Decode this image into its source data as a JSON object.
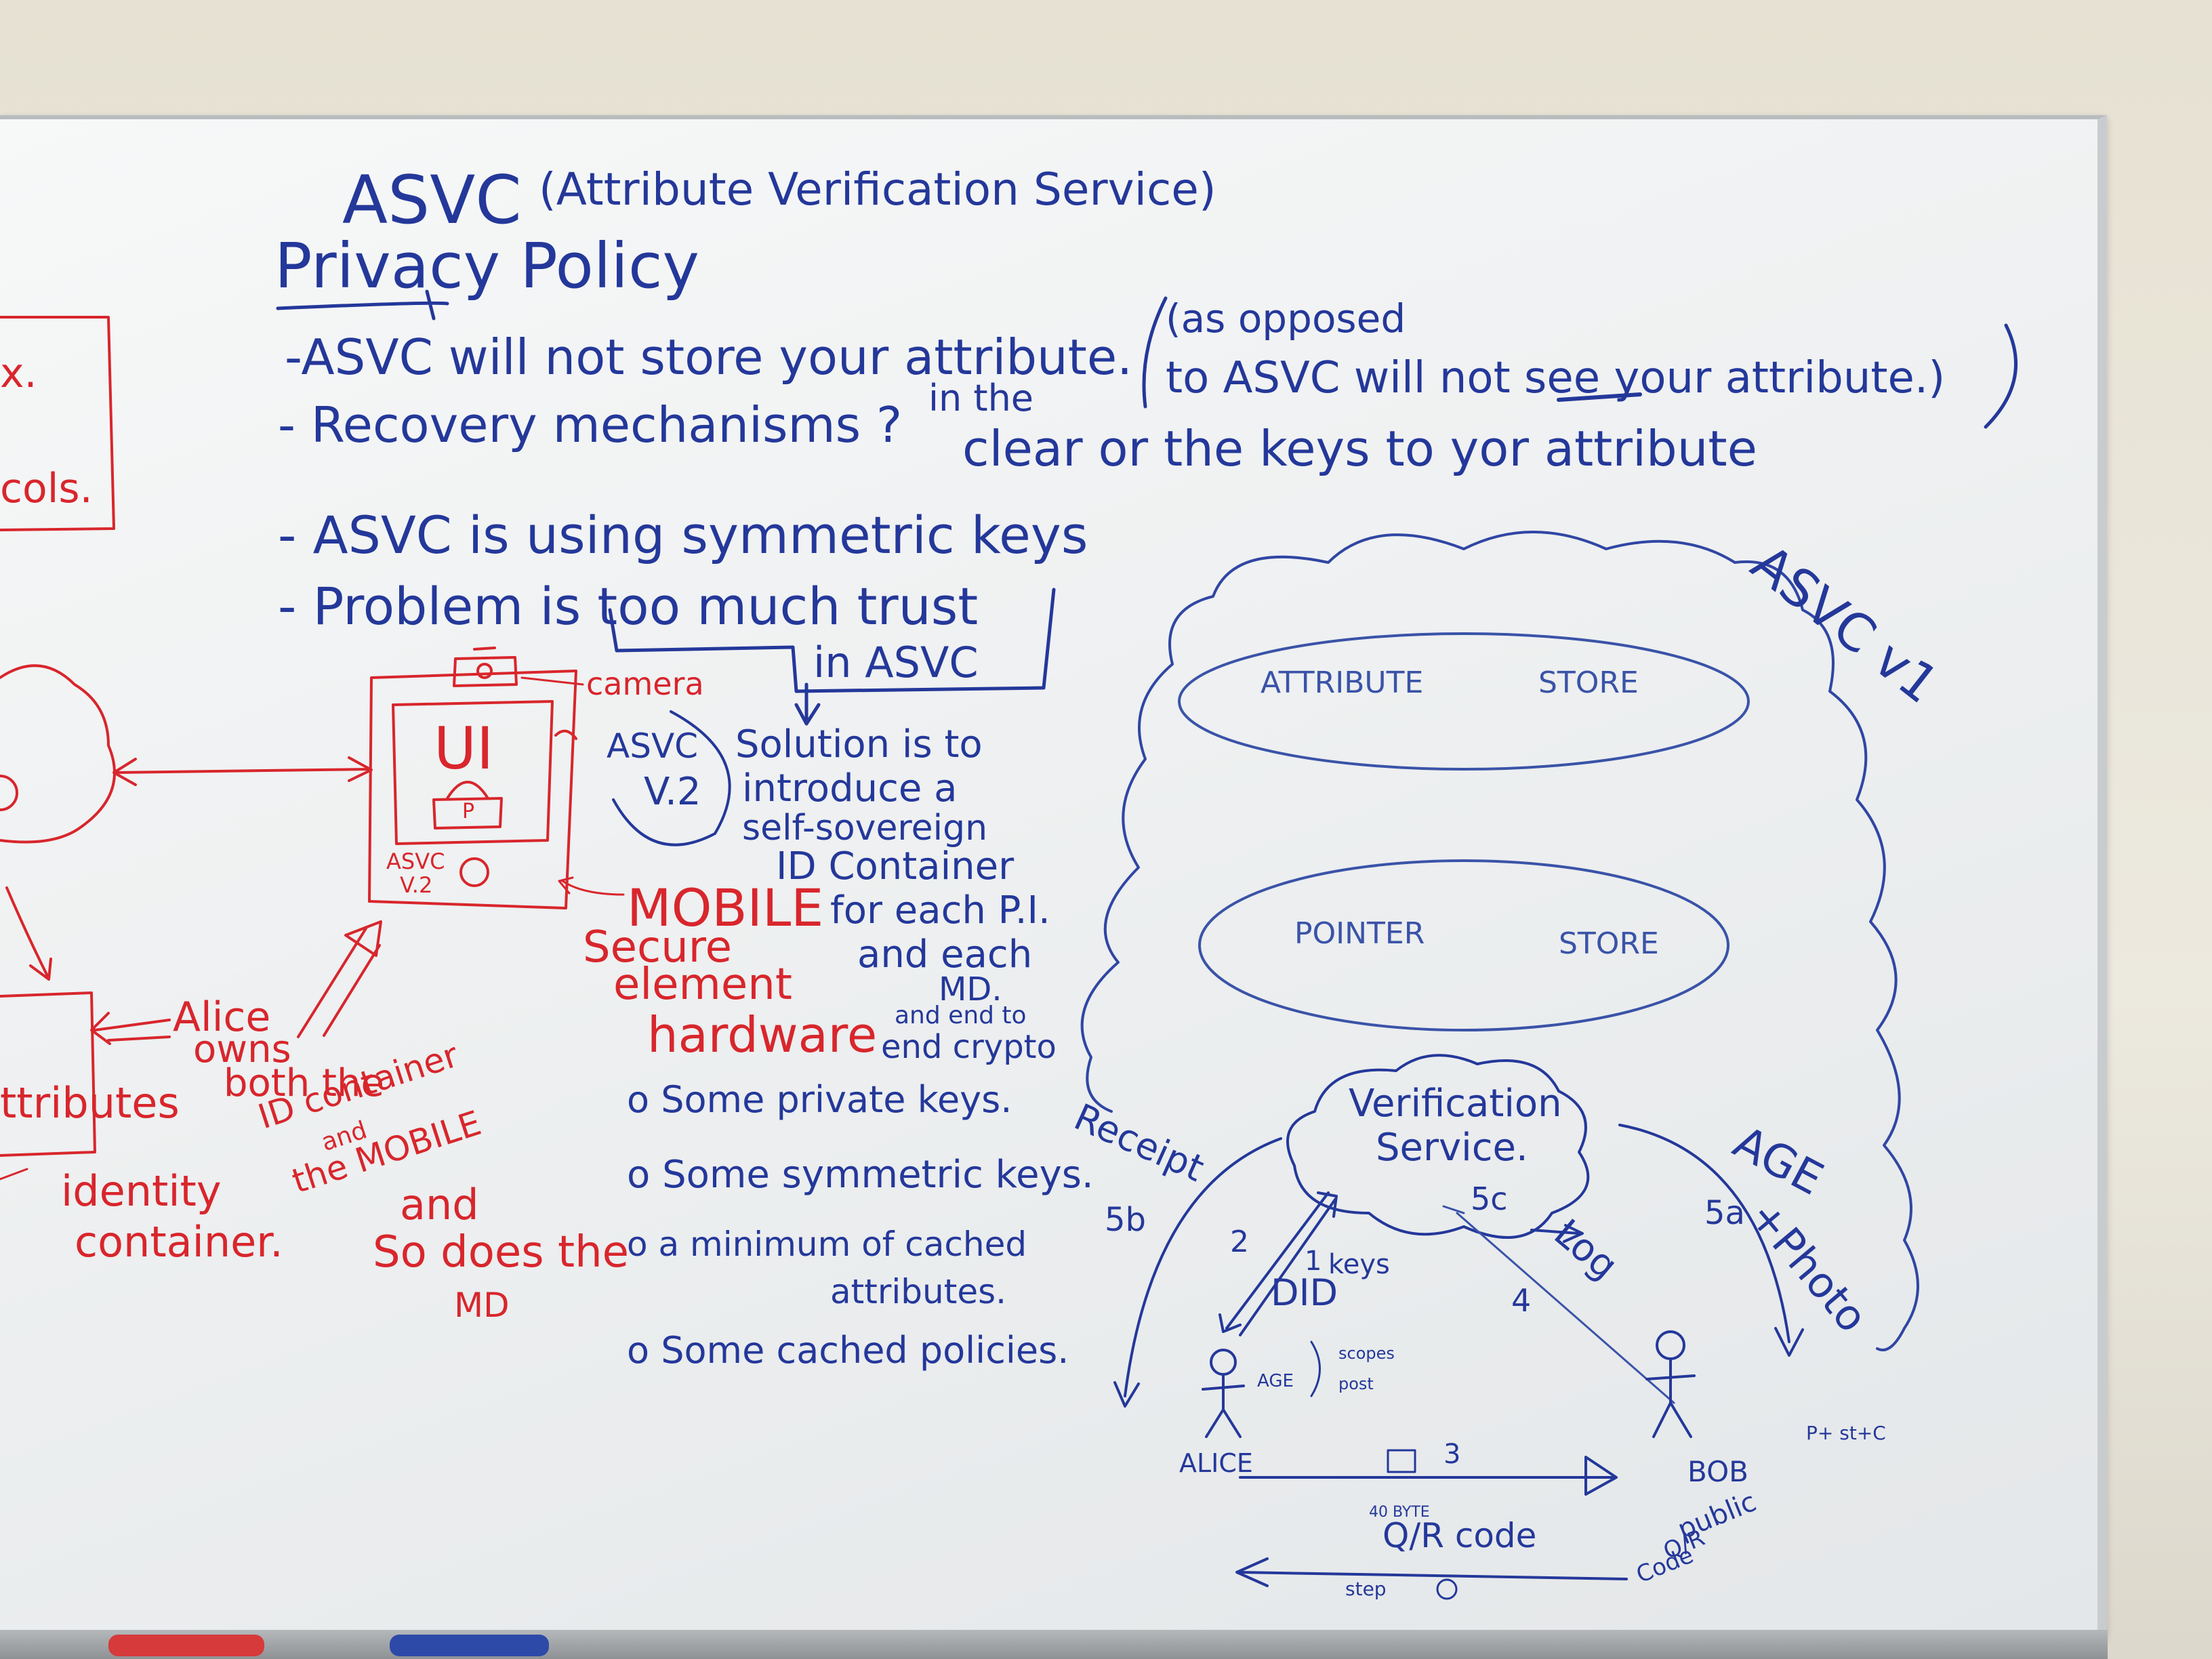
{
  "header": {
    "title": "ASVC",
    "title_expansion": "(Attribute Verification Service)",
    "section": "Privacy Policy"
  },
  "notes": {
    "line1": "-ASVC will not store your attribute.",
    "aside1": "(as opposed",
    "aside2": "to ASVC will not see your attribute.)",
    "line2": "- Recovery mechanisms ?",
    "line2b": "in the",
    "line2c": "clear or the keys to yor attribute",
    "line3": "- ASVC is using symmetric keys",
    "line4": "- Problem is too much trust",
    "line4b": "in ASVC"
  },
  "solution": {
    "badge1": "ASVC",
    "badge2": "V.2",
    "lines": [
      "Solution is to",
      "introduce a",
      "self-sovereign",
      "ID Container",
      "for each P.I.",
      "and each",
      "MD.",
      "and end to",
      "end crypto"
    ]
  },
  "bullets": [
    "o Some private keys.",
    "o Some symmetric keys.",
    "o a minimum of cached",
    "attributes.",
    "o Some cached policies."
  ],
  "red_notes": {
    "camera": "camera",
    "ui": "UI",
    "lock": "P",
    "phone_label1": "ASVC",
    "phone_label2": "V.2",
    "mobile": "MOBILE",
    "secure": "Secure",
    "element": "element",
    "hardware": "hardware",
    "alice": "Alice",
    "owns": "owns",
    "both": "both the",
    "id_container": "ID container",
    "and_small": "and",
    "the_mobile": "the MOBILE",
    "and_so": "and",
    "so_does": "So does the",
    "md": "MD",
    "attributes_partial": "ttributes",
    "identity": "identity",
    "container": "container.",
    "left_frag1": "x.",
    "left_frag2": "cols."
  },
  "diagram": {
    "asvc_v1": "ASVC v1",
    "attribute": "ATTRIBUTE",
    "store": "STORE",
    "pointer": "POINTER",
    "store2": "STORE",
    "verification": "Verification",
    "service": "Service.",
    "receipt": "Receipt",
    "age": "AGE",
    "photo": "+Photo",
    "n5b": "5b",
    "n5a": "5a",
    "n5c": "5c",
    "log": "Log",
    "n2": "2",
    "n1": "1",
    "keys": "keys",
    "did": "DID",
    "n4": "4",
    "age_small": "AGE",
    "scopes": "scopes",
    "post": "post",
    "alice": "ALICE",
    "bob": "BOB",
    "n3": "3",
    "kb": "40 BYTE",
    "qr": "Q/R code",
    "public": "public",
    "qr_small": "Q/R",
    "code_small": "Code",
    "step": "step",
    "pstc": "P+ st+C"
  }
}
